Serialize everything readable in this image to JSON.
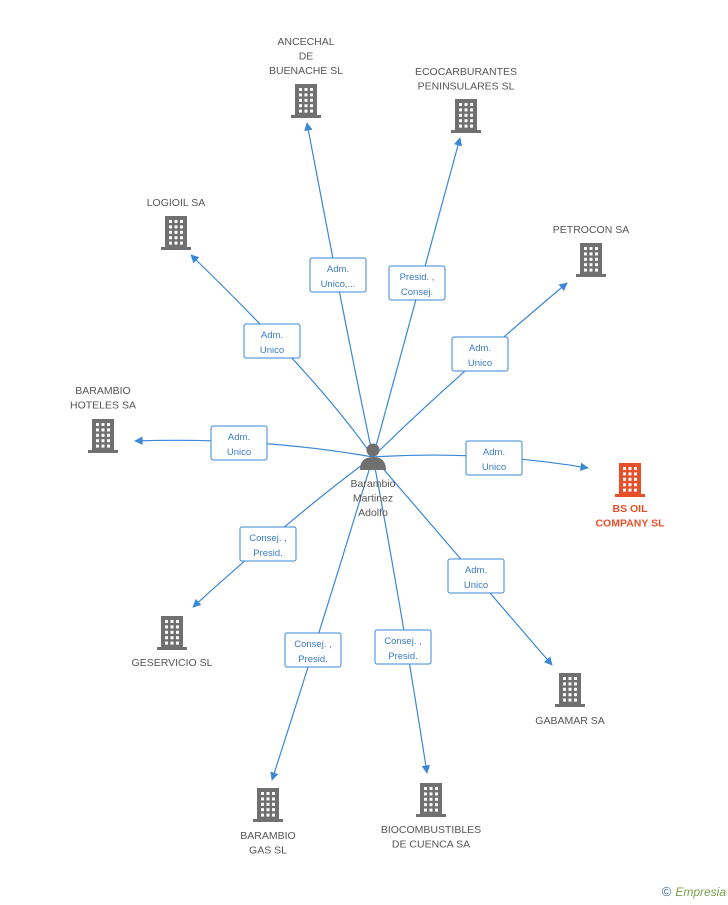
{
  "person": {
    "name_lines": [
      "Barambio",
      "Martinez",
      "Adolfo"
    ],
    "icon": "person-icon"
  },
  "colors": {
    "edge": "#3a87d6",
    "company_icon": "#707070",
    "focus_company": "#e8502a",
    "person_icon": "#707070"
  },
  "companies": [
    {
      "id": "ancechal",
      "lines": [
        "ANCECHAL",
        "DE",
        "BUENACHE SL"
      ],
      "icon": "building-icon",
      "focus": false,
      "role": [
        "Adm.",
        "Unico,..."
      ]
    },
    {
      "id": "ecocarburantes",
      "lines": [
        "ECOCARBURANTES",
        "PENINSULARES SL"
      ],
      "icon": "building-icon",
      "focus": false,
      "role": [
        "Presid. ,",
        "Consej."
      ]
    },
    {
      "id": "logioil",
      "lines": [
        "LOGIOIL SA"
      ],
      "icon": "building-icon",
      "focus": false,
      "role": [
        "Adm.",
        "Unico"
      ]
    },
    {
      "id": "petrocon",
      "lines": [
        "PETROCON SA"
      ],
      "icon": "building-icon",
      "focus": false,
      "role": [
        "Adm.",
        "Unico"
      ]
    },
    {
      "id": "barambio-hoteles",
      "lines": [
        "BARAMBIO",
        "HOTELES SA"
      ],
      "icon": "building-icon",
      "focus": false,
      "role": [
        "Adm.",
        "Unico"
      ]
    },
    {
      "id": "bs-oil",
      "lines": [
        "BS OIL",
        "COMPANY SL"
      ],
      "icon": "building-icon",
      "focus": true,
      "role": [
        "Adm.",
        "Unico"
      ]
    },
    {
      "id": "geservicio",
      "lines": [
        "GESERVICIO SL"
      ],
      "icon": "building-icon",
      "focus": false,
      "role": [
        "Consej. ,",
        "Presid."
      ]
    },
    {
      "id": "gabamar",
      "lines": [
        "GABAMAR SA"
      ],
      "icon": "building-icon",
      "focus": false,
      "role": [
        "Adm.",
        "Unico"
      ]
    },
    {
      "id": "barambio-gas",
      "lines": [
        "BARAMBIO",
        "GAS SL"
      ],
      "icon": "building-icon",
      "focus": false,
      "role": [
        "Consej. ,",
        "Presid."
      ]
    },
    {
      "id": "biocombustibles",
      "lines": [
        "BIOCOMBUSTIBLES",
        "DE CUENCA SA"
      ],
      "icon": "building-icon",
      "focus": false,
      "role": [
        "Consej. ,",
        "Presid."
      ]
    }
  ],
  "footer": {
    "copyright_symbol": "©",
    "brand": "Empresia"
  }
}
